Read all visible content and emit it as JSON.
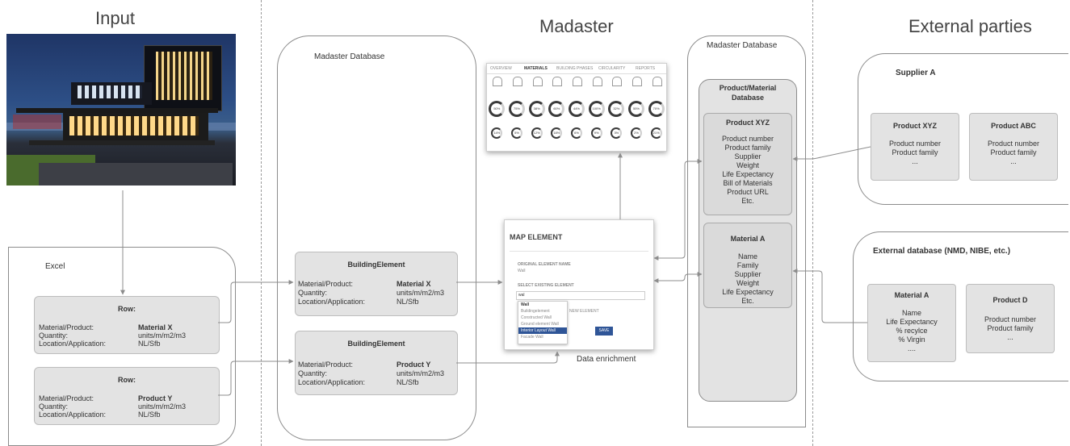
{
  "headings": {
    "input": "Input",
    "madaster": "Madaster",
    "external": "External parties"
  },
  "excel": {
    "label": "Excel",
    "rows": [
      {
        "title": "Row:",
        "k1": "Material/Product:",
        "v1": "Material X",
        "k2": "Quantity:",
        "v2": "units/m/m2/m3",
        "k3": "Location/Application:",
        "v3": "NL/Sfb"
      },
      {
        "title": "Row:",
        "k1": "Material/Product:",
        "v1": "Product Y",
        "k2": "Quantity:",
        "v2": "units/m/m2/m3",
        "k3": "Location/Application:",
        "v3": "NL/Sfb"
      }
    ]
  },
  "madaster_db_left": {
    "label": "Madaster Database",
    "elements": [
      {
        "title": "BuildingElement",
        "k1": "Material/Product:",
        "v1": "Material X",
        "k2": "Quantity:",
        "v2": "units/m/m2/m3",
        "k3": "Location/Application:",
        "v3": "NL/Sfb"
      },
      {
        "title": "BuildingElement",
        "k1": "Material/Product:",
        "v1": "Product Y",
        "k2": "Quantity:",
        "v2": "units/m/m2/m3",
        "k3": "Location/Application:",
        "v3": "NL/Sfb"
      }
    ]
  },
  "dashboard": {
    "tabs": [
      "OVERVIEW",
      "MATERIALS",
      "BUILDING PHASES",
      "CIRCULARITY",
      "REPORTS"
    ],
    "stats": [
      "50%",
      "75%",
      "38%",
      "60%",
      "44%",
      "100%",
      "32%",
      "55%",
      "70%",
      "14%",
      "5%",
      "12%",
      "18%",
      "6%",
      "9%",
      "3%",
      "2%",
      "21%"
    ]
  },
  "map_element": {
    "title": "MAP ELEMENT",
    "original_label": "ORIGINAL ELEMENT NAME",
    "original_value": "Wall",
    "select_label": "SELECT EXISTING ELEMENT",
    "input_value": "wal",
    "options": [
      "Wall",
      "Buildingelement",
      "Constructed Wall",
      "Ground element Wall",
      "Interior Layout Wall",
      "Facade Wall"
    ],
    "side_label": "NEW ELEMENT",
    "button": "SAVE",
    "caption": "Data enrichment"
  },
  "madaster_db_right": {
    "label": "Madaster Database",
    "inner_title": "Product/Material Database",
    "product": {
      "title": "Product XYZ",
      "lines": [
        "Product number",
        "Product family",
        "Supplier",
        "Weight",
        "Life Expectancy",
        "Bill of Materials",
        "Product URL",
        "Etc."
      ]
    },
    "material": {
      "title": "Material A",
      "lines": [
        "Name",
        "Family",
        "Supplier",
        "Weight",
        "Life Expectancy",
        "Etc."
      ]
    }
  },
  "supplier": {
    "label": "Supplier A",
    "items": [
      {
        "title": "Product XYZ",
        "lines": [
          "Product number",
          "Product family",
          "..."
        ]
      },
      {
        "title": "Product ABC",
        "lines": [
          "Product number",
          "Product family",
          "..."
        ]
      }
    ]
  },
  "external_db": {
    "label": "External database (NMD, NIBE, etc.)",
    "items": [
      {
        "title": "Material A",
        "lines": [
          "Name",
          "Life Expectancy",
          "% recylce",
          "% Virgin",
          "...."
        ]
      },
      {
        "title": "Product D",
        "lines": [
          "Product number",
          "Product family",
          "..."
        ]
      }
    ]
  },
  "colors": {
    "box_fill": "#e3e3e3",
    "line": "#8c8c8c",
    "sky": "#1f3566",
    "highlight": "#2f5597"
  }
}
